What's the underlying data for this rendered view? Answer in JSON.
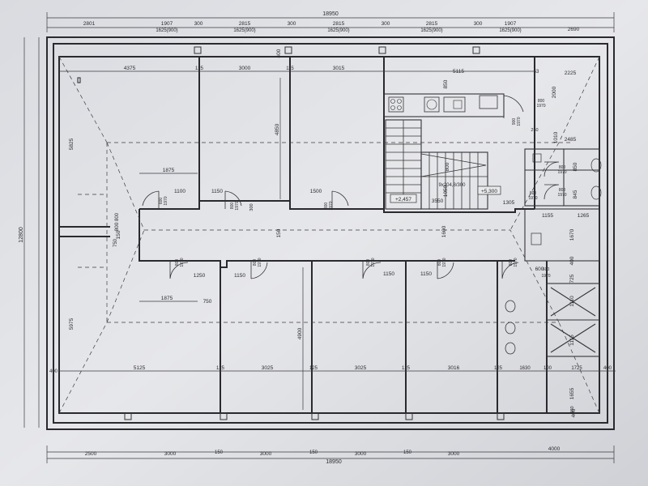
{
  "dims_top_overall": "18950",
  "dims_top": [
    "2801",
    "1907",
    "300",
    "2815",
    "300",
    "2815",
    "300",
    "2815",
    "300",
    "1907",
    "2690"
  ],
  "dims_top_sub": [
    "1625(900)",
    "1625(900)",
    "1625(900)",
    "1625(900)",
    "1625(900)"
  ],
  "dims_bottom": [
    "2500",
    "3000",
    "150",
    "3000",
    "150",
    "3000",
    "150",
    "3000",
    "4000"
  ],
  "dims_bottom_overall": "18950",
  "left_overall": "12800",
  "left_upper": "5825",
  "left_lower": "5975",
  "left_mid": [
    "750",
    "800"
  ],
  "row_top": [
    "4375",
    "125",
    "3000",
    "115",
    "3015",
    "5115",
    "53",
    "2225"
  ],
  "row_bottom": [
    "400",
    "5125",
    "125",
    "3025",
    "125",
    "3025",
    "125",
    "3016",
    "125",
    "1630",
    "100",
    "1725",
    "400"
  ],
  "interior": {
    "d1875a": "1875",
    "d1875b": "1875",
    "d1100": "1100",
    "d1150a": "1150",
    "d1500": "1500",
    "d1250": "1250",
    "d1150b": "1150",
    "d750": "750",
    "d1150c": "1150",
    "d1150d": "1150",
    "d4850": "4850",
    "d4900": "4900",
    "d1600": "1600",
    "d1050": "1050",
    "d150": "150",
    "d850": "850",
    "d1305": "1305",
    "d2485": "2485",
    "d2000": "2000",
    "d1010": "1010",
    "d850b": "850",
    "d845": "845",
    "d1155": "1155",
    "d1265": "1265",
    "d1670": "1670",
    "d1110": "1110",
    "d1115": "1115",
    "d1655": "1655",
    "d3550": "3550",
    "d400a": "400",
    "d400b": "400",
    "d400c": "400",
    "d150b": "150",
    "d800": "800",
    "d725": "725",
    "d600": "600",
    "d460": "460",
    "d250": "250",
    "d300": "300"
  },
  "stair_label": "9x204,8/300",
  "level_a": "+2,457",
  "level_b": "+5,300",
  "door_labels": [
    "600",
    "800",
    "800",
    "800",
    "800",
    "800",
    "800",
    "800",
    "800",
    "900",
    "800",
    "600",
    "800",
    "800"
  ],
  "door_sub": [
    "1970",
    "1970",
    "1970",
    "1970",
    "1970",
    "1970",
    "1970",
    "1970",
    "1970",
    "1970",
    "1970",
    "1970",
    "1970",
    "1970"
  ]
}
